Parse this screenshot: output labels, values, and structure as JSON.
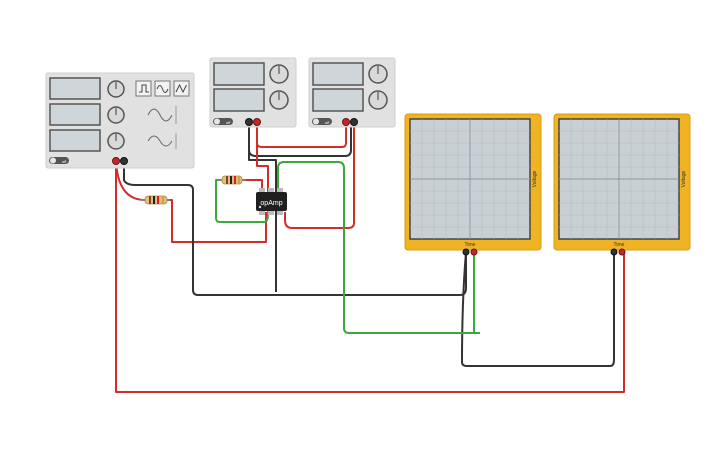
{
  "function_generator": {
    "power_label": "off",
    "waveform_buttons": [
      "square-wave-icon",
      "sine-wave-icon",
      "triangle-wave-icon"
    ]
  },
  "power_supply_1": {
    "power_label": "off"
  },
  "power_supply_2": {
    "power_label": "off"
  },
  "opamp": {
    "label": "opAmp"
  },
  "oscilloscope_1": {
    "x_label": "Time",
    "y_label": "Voltage"
  },
  "oscilloscope_2": {
    "x_label": "Time",
    "y_label": "Voltage"
  },
  "colors": {
    "wire_red": "#d42b2b",
    "wire_black": "#333333",
    "wire_green": "#3aa83a",
    "scope_frame": "#f0b323",
    "scope_screen": "#c9d0d4",
    "panel": "#e1e1e1",
    "display": "#cfd6da"
  }
}
